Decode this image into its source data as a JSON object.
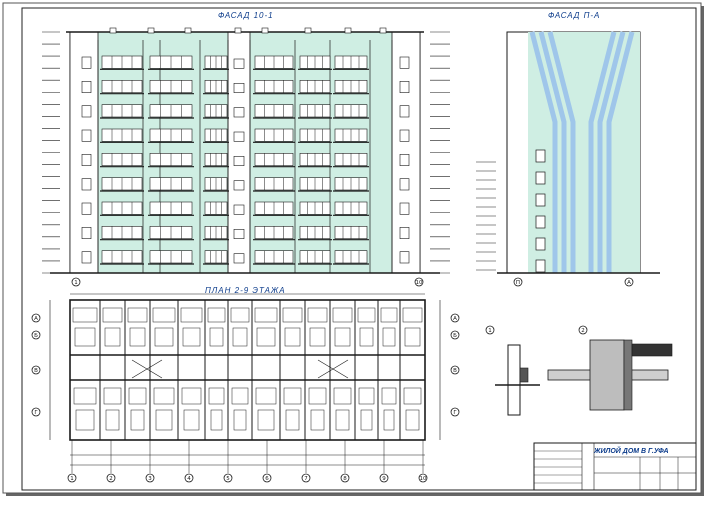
{
  "sheet": {
    "background": "#ffffff",
    "ink": "#1a1a1a",
    "facade_fill": "#cfeee3",
    "blue_band": "#9fc6ea"
  },
  "titles": {
    "facade_main": "ФАСАД 10-1",
    "facade_side": "ФАСАД П-А",
    "plan": "ПЛАН 2-9 ЭТАЖА"
  },
  "nodes": {
    "node1": "1",
    "node2": "2"
  },
  "axes": {
    "facade_left": "1",
    "facade_right": "10",
    "side_left": "П",
    "side_right": "А",
    "plan_bottom": [
      "1",
      "2",
      "3",
      "4",
      "5",
      "6",
      "7",
      "8",
      "9",
      "10"
    ],
    "plan_left": [
      "А",
      "Б",
      "В",
      "Г"
    ]
  },
  "title_block": {
    "heading": "ЖИЛОЙ ДОМ В Г.УФА"
  }
}
